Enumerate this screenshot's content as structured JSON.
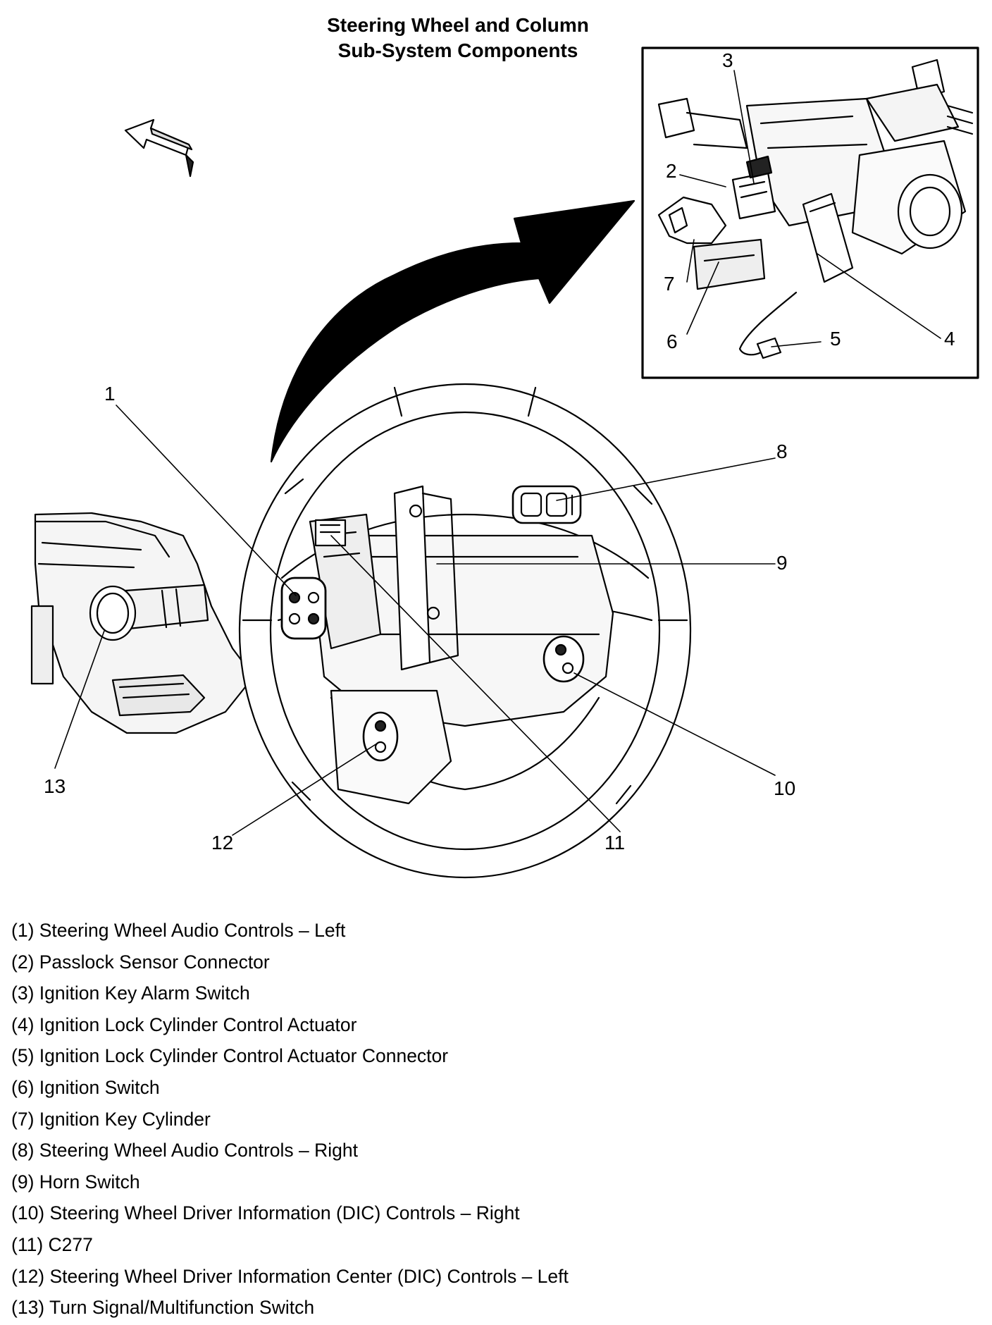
{
  "diagram": {
    "title_lines": [
      "Steering Wheel and Column",
      "Sub-System Components"
    ],
    "callouts": [
      "1",
      "2",
      "3",
      "4",
      "5",
      "6",
      "7",
      "8",
      "9",
      "10",
      "11",
      "12",
      "13"
    ],
    "legend": [
      "(1) Steering Wheel Audio Controls – Left",
      "(2) Passlock Sensor Connector",
      "(3) Ignition Key Alarm Switch",
      "(4) Ignition Lock Cylinder Control Actuator",
      "(5) Ignition Lock Cylinder Control Actuator Connector",
      "(6) Ignition Switch",
      "(7) Ignition Key Cylinder",
      "(8) Steering Wheel Audio Controls – Right",
      "(9) Horn Switch",
      "(10) Steering Wheel Driver Information (DIC) Controls – Right",
      "(11) C277",
      "(12) Steering Wheel Driver Information Center (DIC) Controls – Left",
      "(13) Turn Signal/Multifunction Switch"
    ]
  },
  "colors": {
    "ink": "#000000",
    "paper": "#ffffff",
    "fill_light": "#f2f2f2",
    "fill_mid": "#d9d9d9"
  }
}
